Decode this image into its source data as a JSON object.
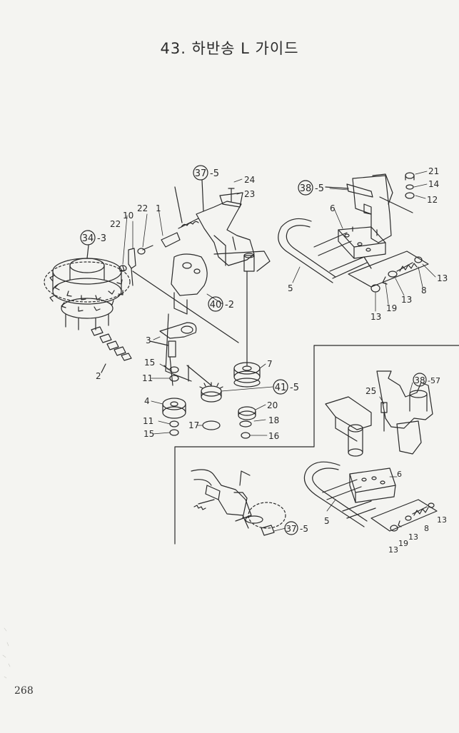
{
  "title": "43. 하반송 L 가이드",
  "page_number": "268",
  "callouts": {
    "c37_5_top": "-5",
    "c37": "37",
    "c38": "38",
    "c38_top": "-5",
    "c38_mid": "-57",
    "c34": "34",
    "c34_suffix": "-3",
    "c40": "40",
    "c40_suffix": "-2",
    "c41": "41",
    "c41_suffix": "-5",
    "c37_bottom": "-5"
  },
  "part_labels": {
    "p24": "24",
    "p23": "23",
    "p21": "21",
    "p14": "14",
    "p12": "12",
    "p6_top": "6",
    "p5_top": "5",
    "p13_a": "13",
    "p8_top": "8",
    "p13_b": "13",
    "p19_top": "19",
    "p13_c": "13",
    "p22_a": "22",
    "p10": "10",
    "p22_b": "22",
    "p1": "1",
    "p3": "3",
    "p2": "2",
    "p15_a": "15",
    "p11_a": "11",
    "p4": "4",
    "p11_b": "11",
    "p15_b": "15",
    "p7": "7",
    "p20": "20",
    "p18": "18",
    "p17": "17",
    "p16": "16",
    "p25": "25",
    "p6_bottom": "6",
    "p5_bottom": "5",
    "p13_d": "13",
    "p8_bottom": "8",
    "p13_e": "13",
    "p19_bottom": "19",
    "p13_f": "13"
  }
}
